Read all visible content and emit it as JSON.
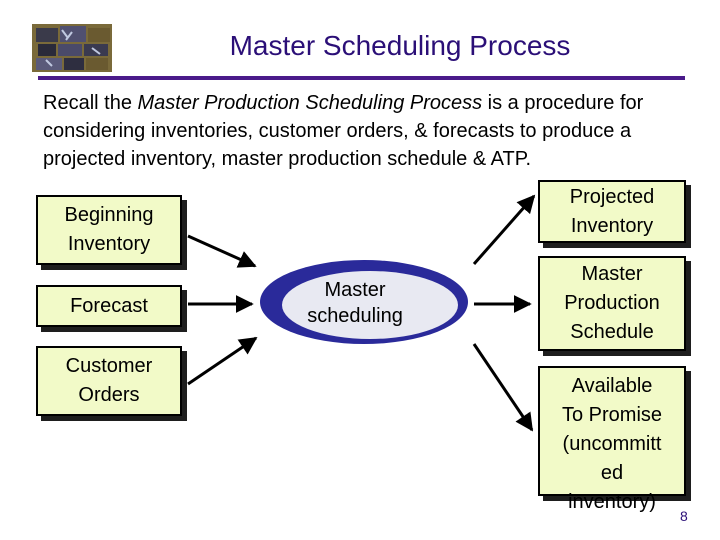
{
  "header": {
    "title": "Master Scheduling Process"
  },
  "intro": {
    "prefix": "Recall the ",
    "emphasis": "Master Production Scheduling Process",
    "suffix": " is a procedure for considering inventories, customer orders, & forecasts to produce a projected inventory, master production schedule & ATP."
  },
  "inputs": [
    {
      "label": "Beginning\nInventory"
    },
    {
      "label": "Forecast"
    },
    {
      "label": "Customer\nOrders"
    }
  ],
  "center": {
    "label": "Master\nscheduling"
  },
  "outputs": [
    {
      "label": "Projected\nInventory"
    },
    {
      "label": "Master\nProduction\nSchedule"
    },
    {
      "label": "Available\nTo Promise\n(uncommitt\ned\ninventory)"
    }
  ],
  "footer": {
    "page_number": "8"
  },
  "colors": {
    "title": "#2b0f77",
    "rule": "#4a1a8a",
    "box_fill": "#f2fac8",
    "ellipse_outer": "#2a2a9a",
    "ellipse_inner": "#e8e9f2"
  },
  "icons": {
    "logo": "stone-wall-logo-icon"
  }
}
